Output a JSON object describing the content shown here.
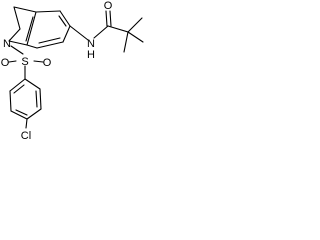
{
  "molecule": {
    "atoms": {
      "amide_o": "O",
      "amide_n": "N",
      "amide_h": "H",
      "ring_n": "N",
      "sulfur": "S",
      "sulfonyl_o_left": "O",
      "sulfonyl_o_right": "O",
      "chlorine": "Cl"
    }
  }
}
